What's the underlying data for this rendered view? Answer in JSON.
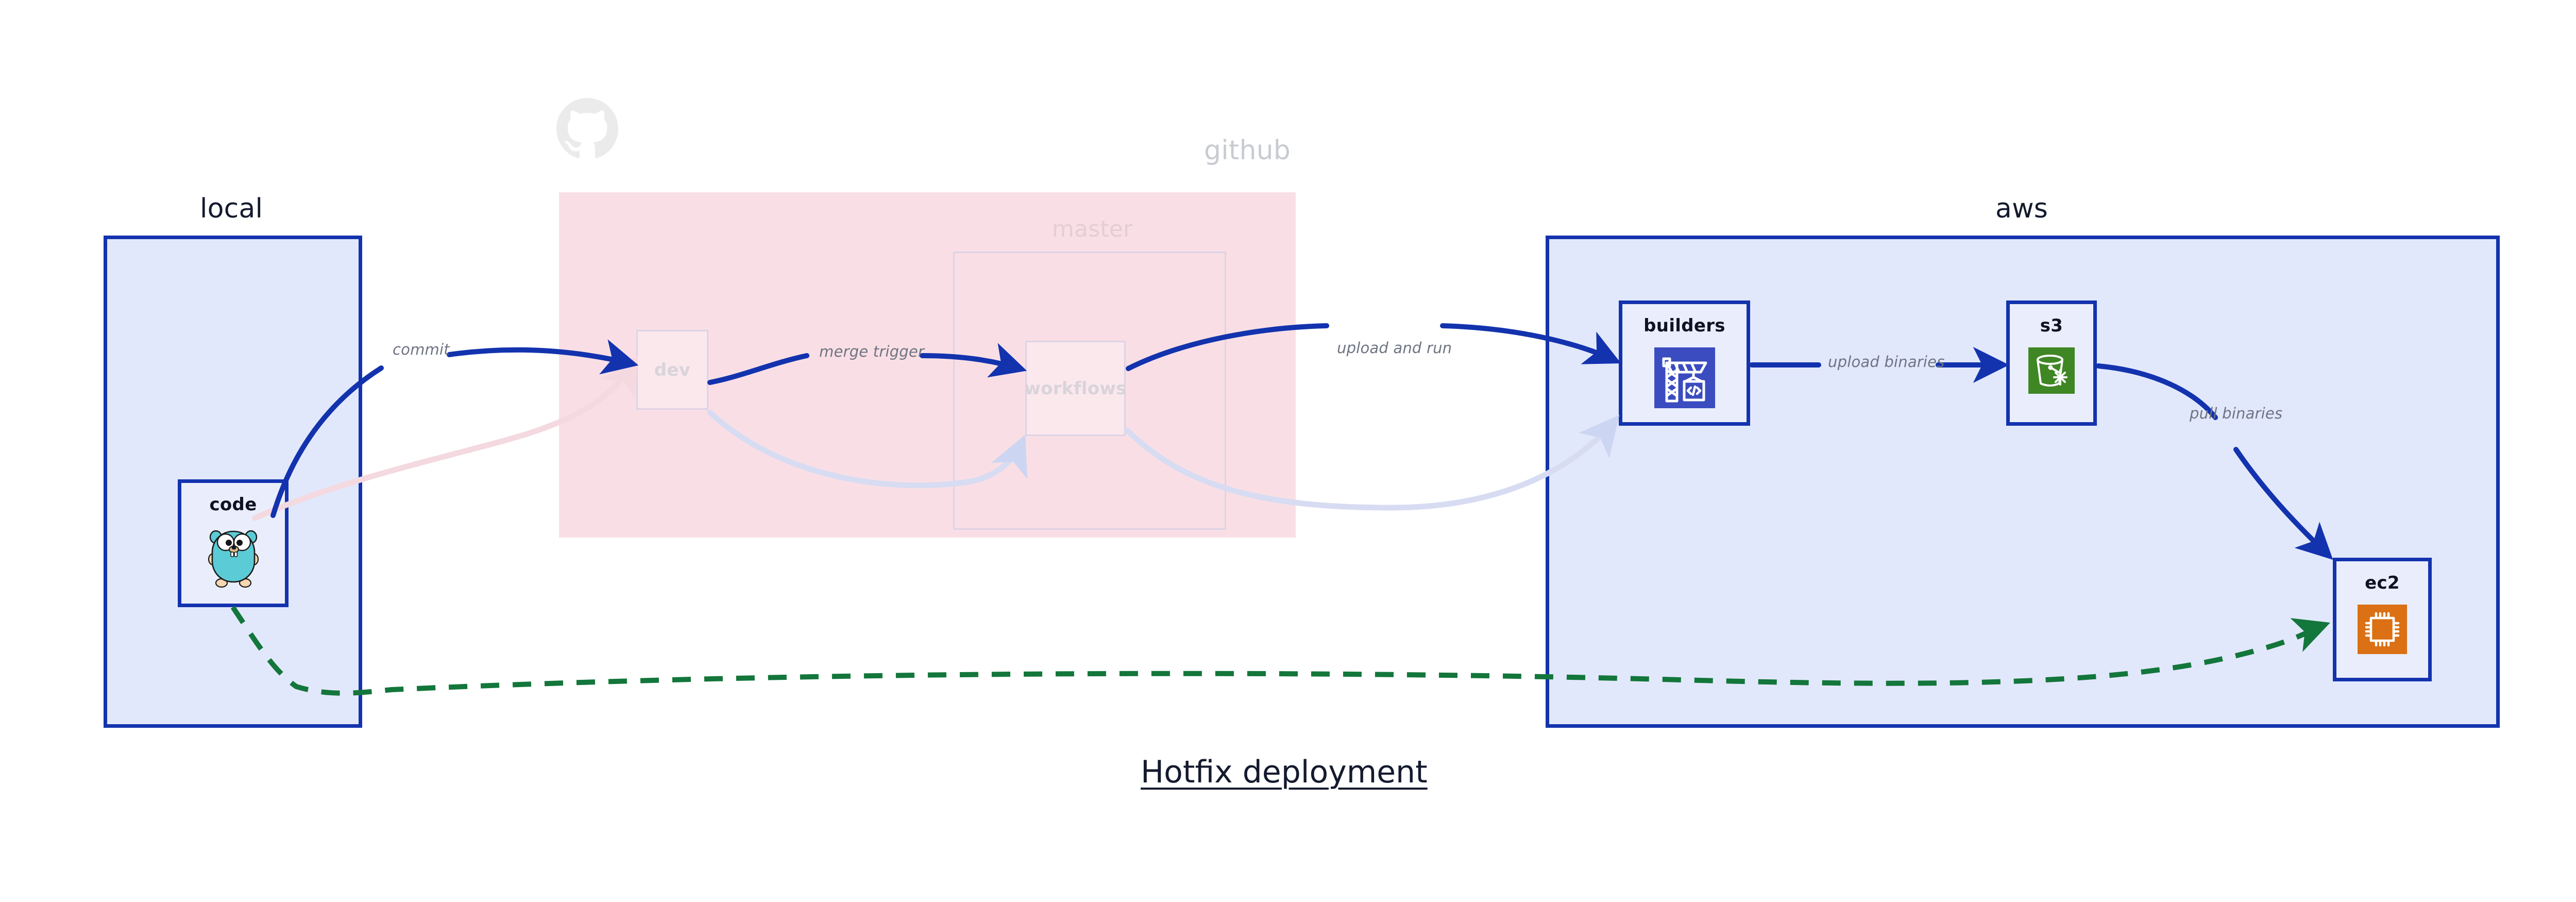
{
  "diagram": {
    "title": "Hotfix deployment",
    "colors": {
      "group_border": "#1333ae",
      "group_fill": "#e2e8fb",
      "github_fill": "#f9dfe5",
      "node_fill": "#eaeefc",
      "arrow_active": "#1333ae",
      "arrow_faded_blue": "#ccd5f2",
      "arrow_faded_pink": "#f6dde3",
      "arrow_green": "#13763b",
      "label_text": "#6e7482",
      "title_text": "#141a2e",
      "builders_icon_bg": "#3b4cc0",
      "s3_icon_bg": "#3f8624",
      "ec2_icon_bg": "#db7014",
      "gopher_body": "#5bcbd5"
    }
  },
  "groups": [
    {
      "id": "local",
      "title": "local",
      "faded": false
    },
    {
      "id": "github",
      "title": "github",
      "faded": true
    },
    {
      "id": "aws",
      "title": "aws",
      "faded": false
    }
  ],
  "github": {
    "logo_icon": "github-octocat-icon",
    "master_frame_label": "master",
    "ghost_nodes": [
      {
        "id": "dev",
        "label": "dev"
      },
      {
        "id": "workflows",
        "label": "workflows"
      }
    ]
  },
  "nodes": [
    {
      "id": "code",
      "label": "code",
      "group": "local",
      "icon": "go-gopher-icon"
    },
    {
      "id": "builders",
      "label": "builders",
      "group": "aws",
      "icon": "crane-code-icon"
    },
    {
      "id": "s3",
      "label": "s3",
      "group": "aws",
      "icon": "s3-bucket-icon"
    },
    {
      "id": "ec2",
      "label": "ec2",
      "group": "aws",
      "icon": "cpu-chip-icon"
    }
  ],
  "edges": [
    {
      "id": "commit",
      "label": "commit",
      "from": "code",
      "to": "dev",
      "style": "solid-blue"
    },
    {
      "id": "merge-trigger",
      "label": "merge trigger",
      "from": "dev",
      "to": "workflows",
      "style": "solid-blue"
    },
    {
      "id": "upload-and-run",
      "label": "upload and run",
      "from": "workflows",
      "to": "builders",
      "style": "solid-blue"
    },
    {
      "id": "upload-binaries",
      "label": "upload binaries",
      "from": "builders",
      "to": "s3",
      "style": "solid-blue"
    },
    {
      "id": "pull-binaries",
      "label": "pull binaries",
      "from": "s3",
      "to": "ec2",
      "style": "solid-blue"
    },
    {
      "id": "hotfix-direct",
      "label": "",
      "from": "code",
      "to": "ec2",
      "style": "dashed-green"
    },
    {
      "id": "faded-code-dev",
      "label": "",
      "from": "code",
      "to": "dev",
      "style": "faded-pink"
    },
    {
      "id": "faded-dev-workflows",
      "label": "",
      "from": "dev",
      "to": "workflows",
      "style": "faded-blue"
    },
    {
      "id": "faded-workflows-builders",
      "label": "",
      "from": "workflows",
      "to": "builders",
      "style": "faded-blue"
    }
  ]
}
